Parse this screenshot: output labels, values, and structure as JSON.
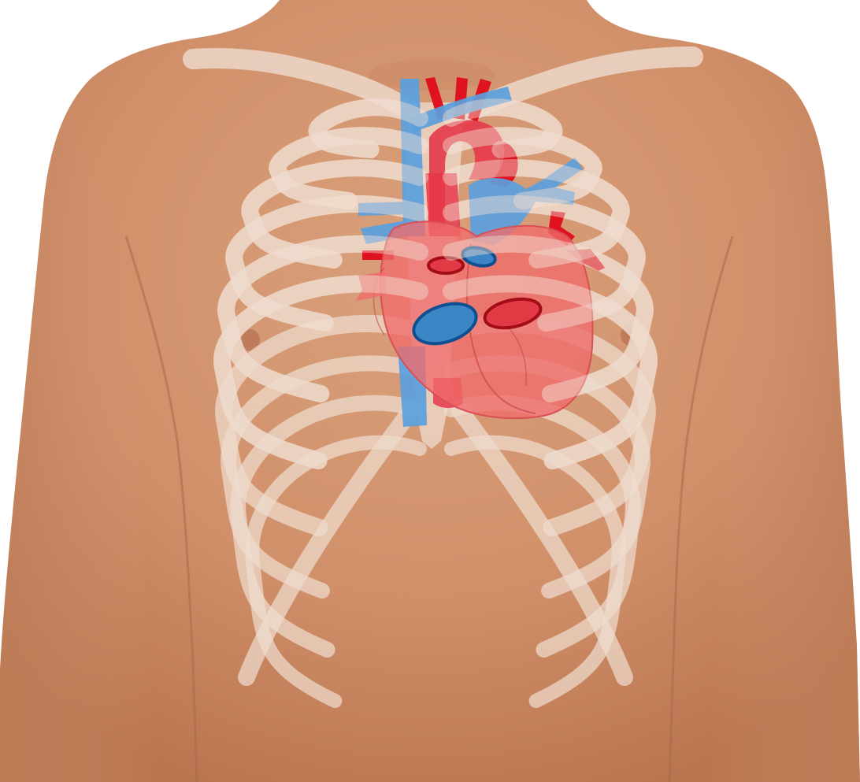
{
  "colors": {
    "background": "#ffffff",
    "skin": "#d49a74",
    "skin_dark": "#b67552",
    "bone": "#f0dccd",
    "bone_outline": "#e6cdbd",
    "heart": "#f06c6c",
    "aorta": "#e5384a",
    "artery": "#e0121f",
    "vein": "#5aa0dd",
    "valve_red_fill": "#e23a44",
    "valve_red_edge": "#a30d18",
    "valve_blue_fill": "#3d86c6",
    "valve_blue_edge": "#0f4f8f"
  },
  "figure": {
    "components": [
      "torso",
      "clavicle-left",
      "clavicle-right",
      "sternum",
      "rib-cage",
      "heart",
      "aortic-arch",
      "superior-vena-cava",
      "inferior-vena-cava",
      "pulmonary-vessels",
      "aortic-valve",
      "pulmonary-valve",
      "mitral-valve",
      "tricuspid-valve"
    ],
    "valve_colors": {
      "aortic": "red",
      "pulmonary": "blue",
      "mitral": "red",
      "tricuspid": "blue"
    }
  }
}
